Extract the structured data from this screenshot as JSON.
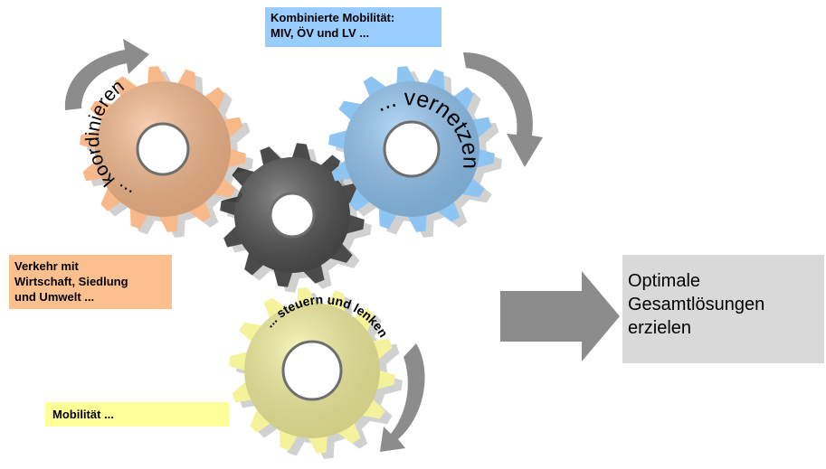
{
  "colors": {
    "orange": "#f8b98a",
    "blue": "#8ec4f2",
    "grey": "#4b4b4b",
    "yellow": "#f4f29a",
    "arrow": "#8c8c8c",
    "label_blue": "#99ccff",
    "label_orange": "#fbc08e",
    "label_yellow": "#ffff99",
    "result_box": "#d9d9d9"
  },
  "gears": {
    "orange": {
      "label": "... koordinieren"
    },
    "blue": {
      "label": "... vernetzen"
    },
    "grey": {
      "label": ""
    },
    "yellow": {
      "label": "... steuern und lenken"
    }
  },
  "boxes": {
    "top": {
      "lines": [
        "Kombinierte Mobilität:",
        "MIV, ÖV und LV ..."
      ]
    },
    "left": {
      "lines": [
        "Verkehr mit",
        "Wirtschaft, Siedlung",
        "und Umwelt ..."
      ]
    },
    "bottom": {
      "lines": [
        "Mobilität ..."
      ]
    },
    "result": {
      "lines": [
        "Optimale",
        "Gesamtlösungen",
        "erzielen"
      ]
    }
  }
}
